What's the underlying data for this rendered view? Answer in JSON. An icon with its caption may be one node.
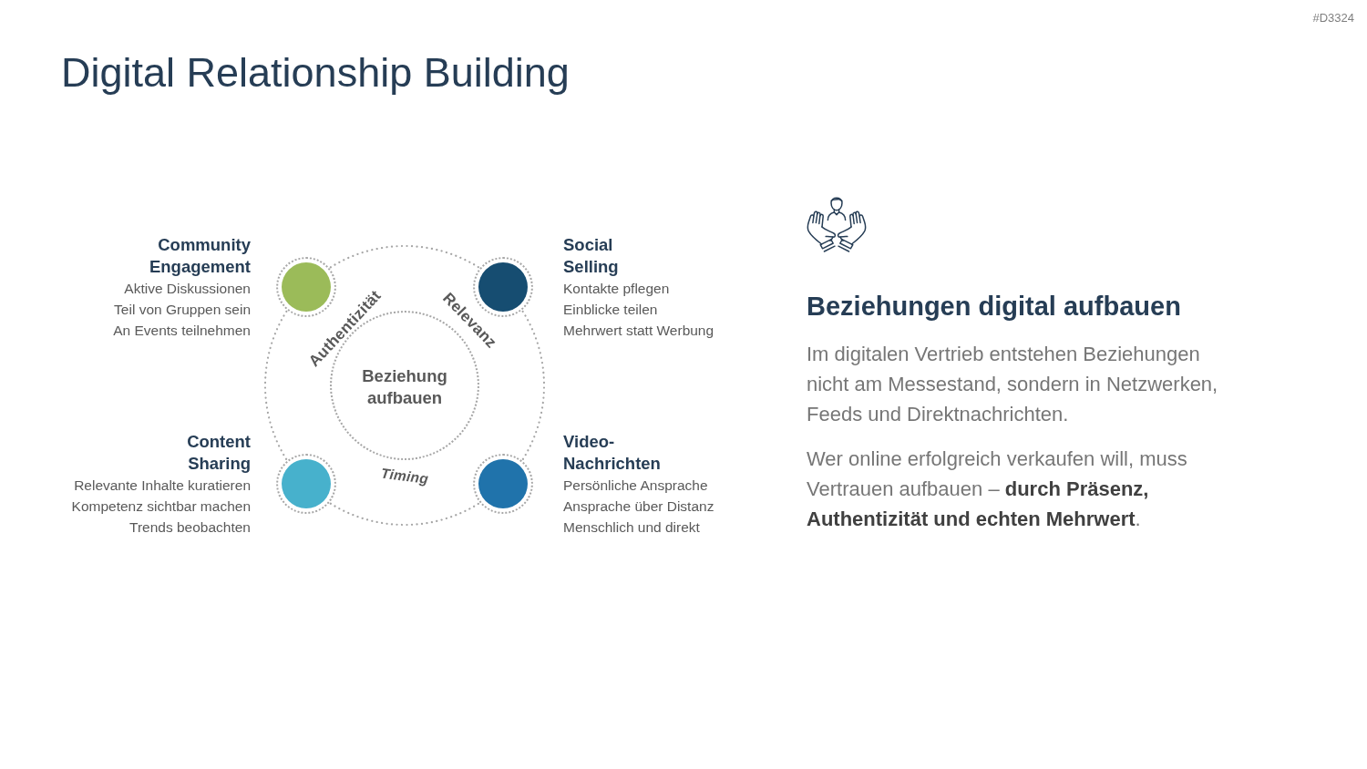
{
  "diagram": {
    "title": "Digital Relationship Building",
    "nodes": [
      {
        "text": [
          "Beziehung aufbauen"
        ]
      },
      {
        "text": [],
        "shape": "circle",
        "beside": [
          "Community Engagement",
          "Aktive Diskussionen",
          "Teil von Gruppen sein",
          "An Events teilnehmen"
        ]
      },
      {
        "text": [],
        "shape": "circle",
        "beside": [
          "Social Selling",
          "Kontakte pflegen",
          "Einblicke teilen",
          "Mehrwert statt Werbung"
        ]
      },
      {
        "text": [],
        "shape": "circle",
        "beside": [
          "Content Sharing",
          "Relevante Inhalte kuratieren",
          "Kompetenz sichtbar machen",
          "Trends beobachten"
        ]
      },
      {
        "text": [],
        "shape": "circle",
        "beside": [
          "Video-Nachrichten",
          "Persönliche Ansprache",
          "Ansprache über Distanz",
          "Menschlich und direkt"
        ]
      }
    ],
    "edges": [
      {
        "from": 1,
        "to": 2,
        "arrow": "none",
        "style": "dashed"
      },
      {
        "from": 2,
        "to": 4,
        "arrow": "none",
        "style": "dashed"
      },
      {
        "from": 3,
        "to": 4,
        "arrow": "none",
        "style": "dashed"
      },
      {
        "from": 1,
        "to": 3,
        "arrow": "none",
        "style": "dashed"
      }
    ],
    "labels": [
      "#D3324",
      "Authentizität",
      "Relevanz",
      "Timing",
      "Beziehungen digital aufbauen",
      "Im digitalen Vertrieb entstehen Beziehungen nicht am Messestand, sondern in Netzwerken, Feeds und Direktnachrichten.",
      "Wer online erfolgreich verkaufen will, muss Vertrauen aufbauen – **durch Präsenz, Authentizität und echten Mehrwert**."
    ]
  }
}
